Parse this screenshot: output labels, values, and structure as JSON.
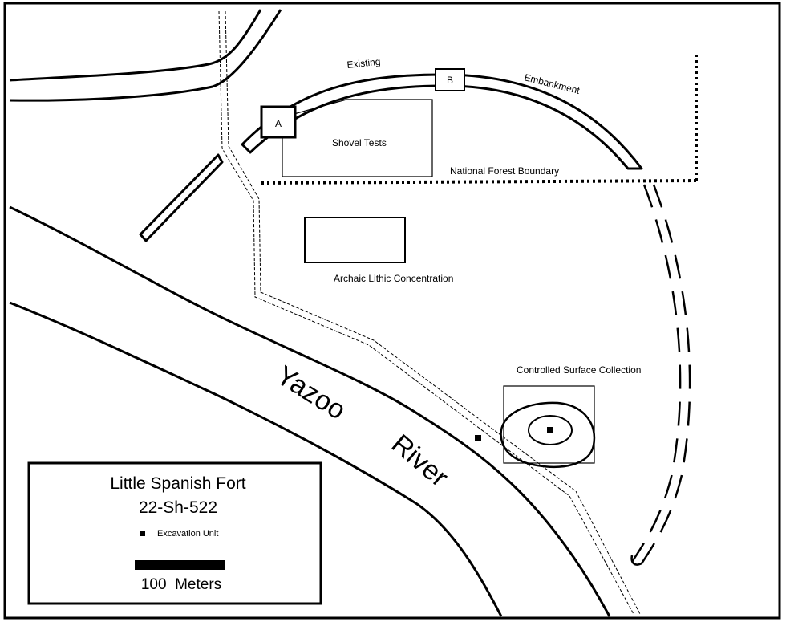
{
  "map": {
    "labels": {
      "existing": "Existing",
      "embankment": "Embankment",
      "shovel_tests": "Shovel Tests",
      "national_forest_boundary": "National Forest Boundary",
      "archaic_lithic": "Archaic Lithic Concentration",
      "controlled_surface": "Controlled Surface Collection",
      "river_word1": "Yazoo",
      "river_word2": "River",
      "marker_a": "A",
      "marker_b": "B"
    }
  },
  "legend": {
    "title": "Little Spanish Fort",
    "site_number": "22-Sh-522",
    "excavation_unit": "Excavation Unit",
    "scale_label": "100  Meters"
  },
  "colors": {
    "ink": "#000000",
    "paper": "#ffffff"
  }
}
